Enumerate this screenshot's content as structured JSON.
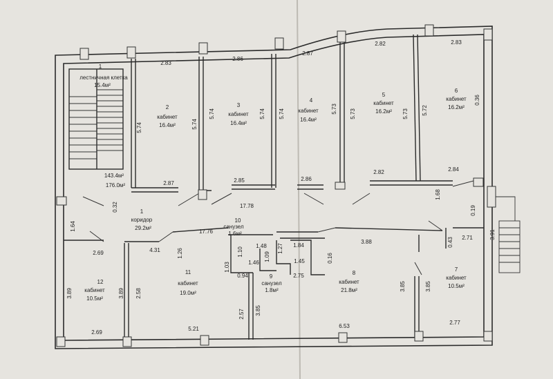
{
  "rooms": [
    {
      "num": "1",
      "name": "лестничная клетка",
      "area": "15.4м²"
    },
    {
      "num": "2",
      "name": "кабинет",
      "area": "16.4м²"
    },
    {
      "num": "3",
      "name": "кабинет",
      "area": "16.4м²"
    },
    {
      "num": "4",
      "name": "кабинет",
      "area": "16.4м²"
    },
    {
      "num": "5",
      "name": "кабинет",
      "area": "16.2м²"
    },
    {
      "num": "6",
      "name": "кабинет",
      "area": "16.2м²"
    },
    {
      "num": "1",
      "name": "коридор",
      "area": "29.2м²"
    },
    {
      "num": "10",
      "name": "санузел",
      "area": "1.6м²"
    },
    {
      "num": "9",
      "name": "санузел",
      "area": "1.8м²"
    },
    {
      "num": "8",
      "name": "кабинет",
      "area": "21.8м²"
    },
    {
      "num": "7",
      "name": "кабинет",
      "area": "10.5м²"
    },
    {
      "num": "11",
      "name": "кабинет",
      "area": "19.0м²"
    },
    {
      "num": "12",
      "name": "кабинет",
      "area": "10.5м²"
    }
  ],
  "totals": {
    "area1": "143.4м²",
    "area2": "176.0м²"
  },
  "dims_h": [
    "2.83",
    "2.86",
    "2.87",
    "2.82",
    "2.83",
    "2.87",
    "2.85",
    "2.86",
    "2.82",
    "2.84",
    "17.78",
    "17.76",
    "2.69",
    "4.31",
    "3.88",
    "2.71",
    "1.48",
    "1.84",
    "1.46",
    "1.45",
    "0.94",
    "2.75",
    "2.69",
    "5.21",
    "6.53",
    "2.77"
  ],
  "dims_v": [
    "5.74",
    "5.74",
    "5.74",
    "5.74",
    "5.74",
    "5.73",
    "5.73",
    "5.73",
    "5.72",
    "0.36",
    "0.32",
    "1.68",
    "1.64",
    "0.19",
    "1.26",
    "1.03",
    "1.10",
    "1.09",
    "1.27",
    "0.16",
    "0.43",
    "3.91",
    "3.89",
    "3.89",
    "2.58",
    "2.57",
    "3.85",
    "3.85",
    "3.85"
  ]
}
